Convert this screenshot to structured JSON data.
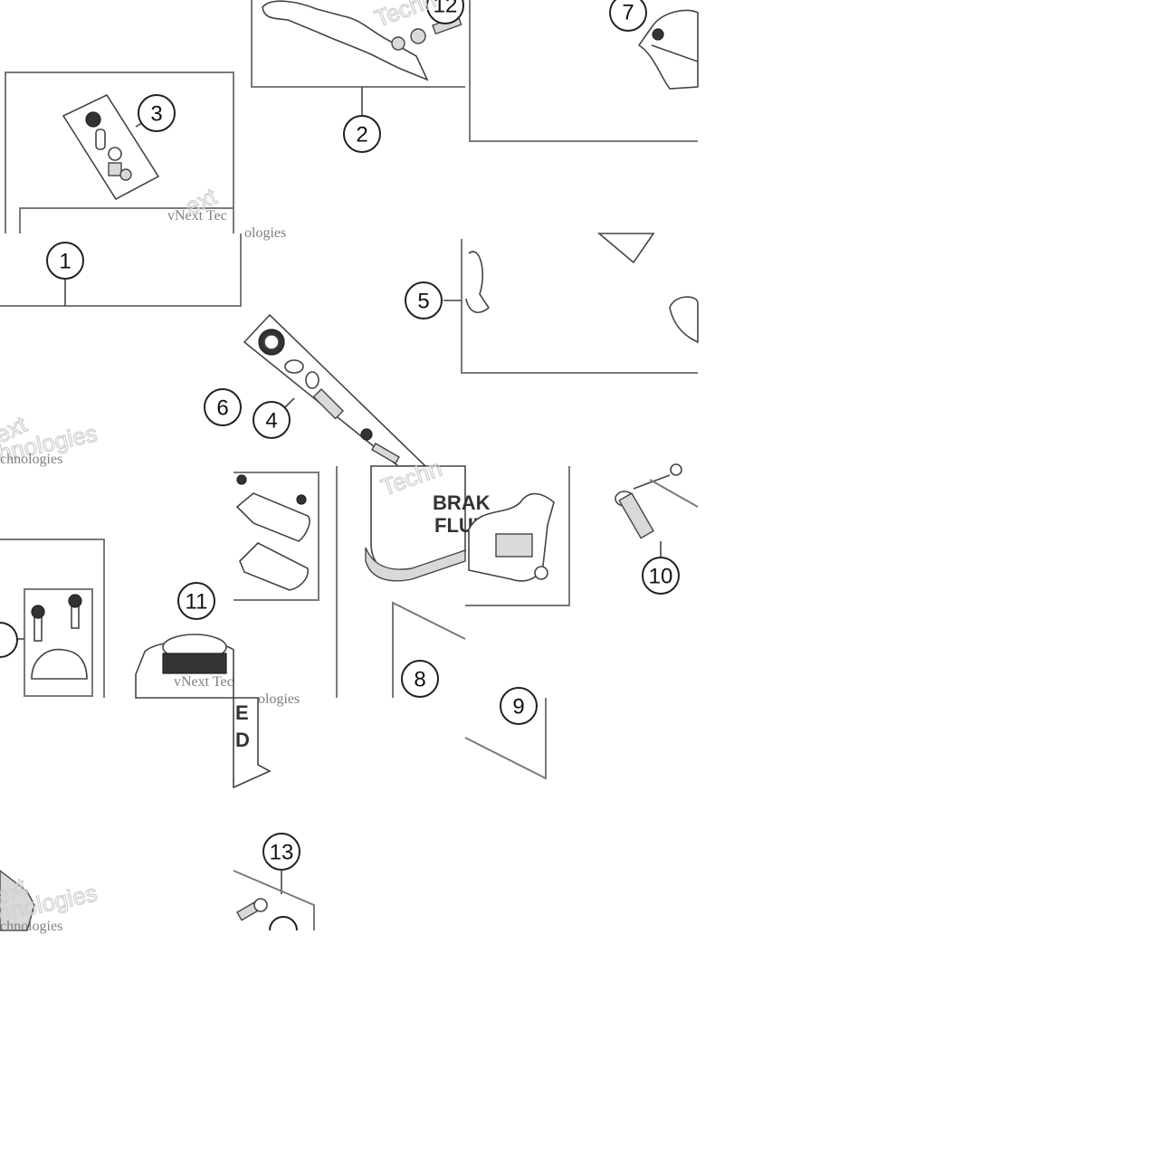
{
  "callouts": [
    {
      "id": "1",
      "label": "1"
    },
    {
      "id": "2",
      "label": "2"
    },
    {
      "id": "3",
      "label": "3"
    },
    {
      "id": "4",
      "label": "4"
    },
    {
      "id": "5",
      "label": "5"
    },
    {
      "id": "6",
      "label": "6"
    },
    {
      "id": "7",
      "label": "7"
    },
    {
      "id": "8",
      "label": "8"
    },
    {
      "id": "9",
      "label": "9"
    },
    {
      "id": "10",
      "label": "10"
    },
    {
      "id": "11",
      "label": "11"
    },
    {
      "id": "12",
      "label": "12"
    },
    {
      "id": "13",
      "label": "13"
    }
  ],
  "watermark": {
    "line1": "vNext Tec",
    "line2": "chnologies",
    "line3": "Techn",
    "line4": "ext",
    "line5": "hnologies",
    "line6": "ologies"
  },
  "bottle": {
    "line1": "BRAK",
    "line2": "FLUI",
    "frag1": "E",
    "frag2": "D"
  }
}
